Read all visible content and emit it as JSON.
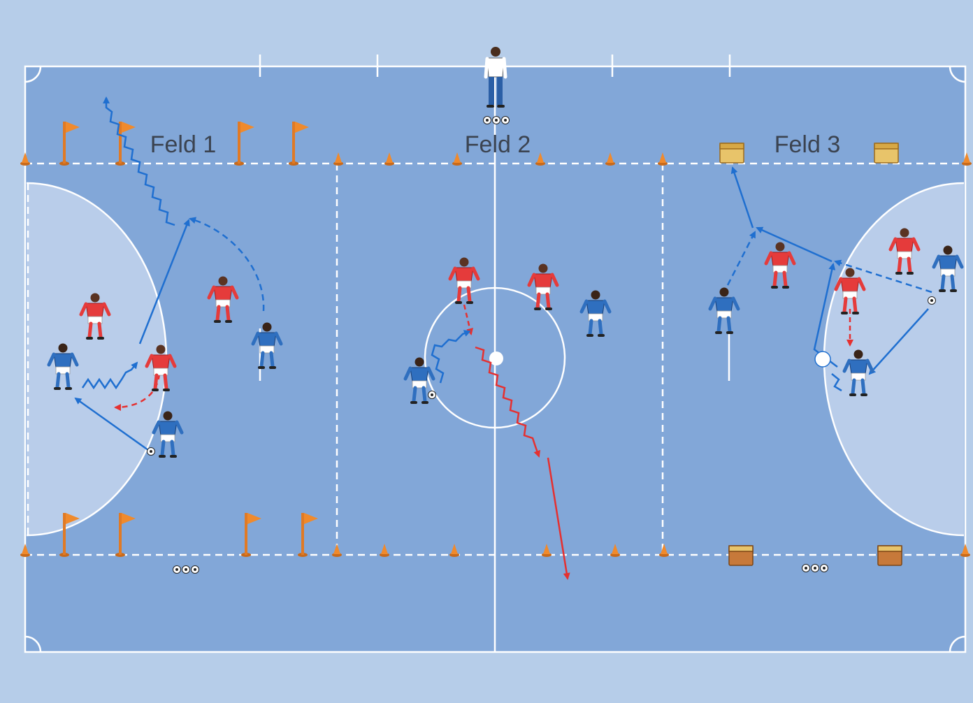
{
  "colors": {
    "background": "#b6cde9",
    "pitch": "#82a7d8",
    "penalty_area": "#b9cdea",
    "lines": "#ffffff",
    "team_red": "#e53b3b",
    "team_blue": "#2f6fbf",
    "arrow_blue": "#1f6fd0",
    "arrow_red": "#e53030",
    "cone": "#f08a2c",
    "flag": "#f08a2c",
    "box": "#e8c46a"
  },
  "fields": [
    {
      "id": "feld-1",
      "label": "Feld 1"
    },
    {
      "id": "feld-2",
      "label": "Feld 2"
    },
    {
      "id": "feld-3",
      "label": "Feld 3"
    }
  ],
  "icons": {
    "coach": "coach-icon",
    "ball": "ball-icon",
    "cone": "cone-icon",
    "flag": "corner-flag-icon",
    "mini_goal": "mini-goal-box-icon"
  }
}
